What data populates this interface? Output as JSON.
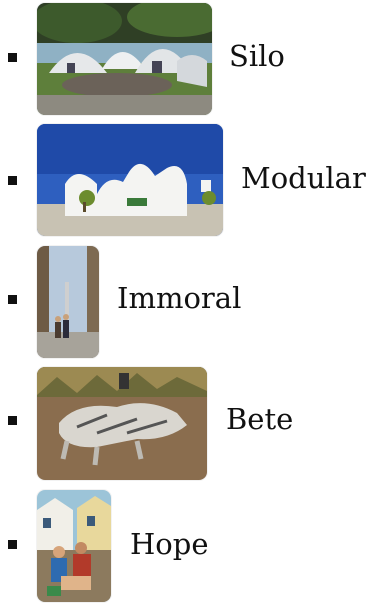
{
  "items": [
    {
      "label": "Silo",
      "image": "silo-dome-houses-image"
    },
    {
      "label": "Modular",
      "image": "modular-white-building-image"
    },
    {
      "label": "Immoral",
      "image": "immoral-column-statue-image"
    },
    {
      "label": "Bete",
      "image": "bete-scrap-metal-animal-image"
    },
    {
      "label": "Hope",
      "image": "hope-people-street-image"
    }
  ]
}
